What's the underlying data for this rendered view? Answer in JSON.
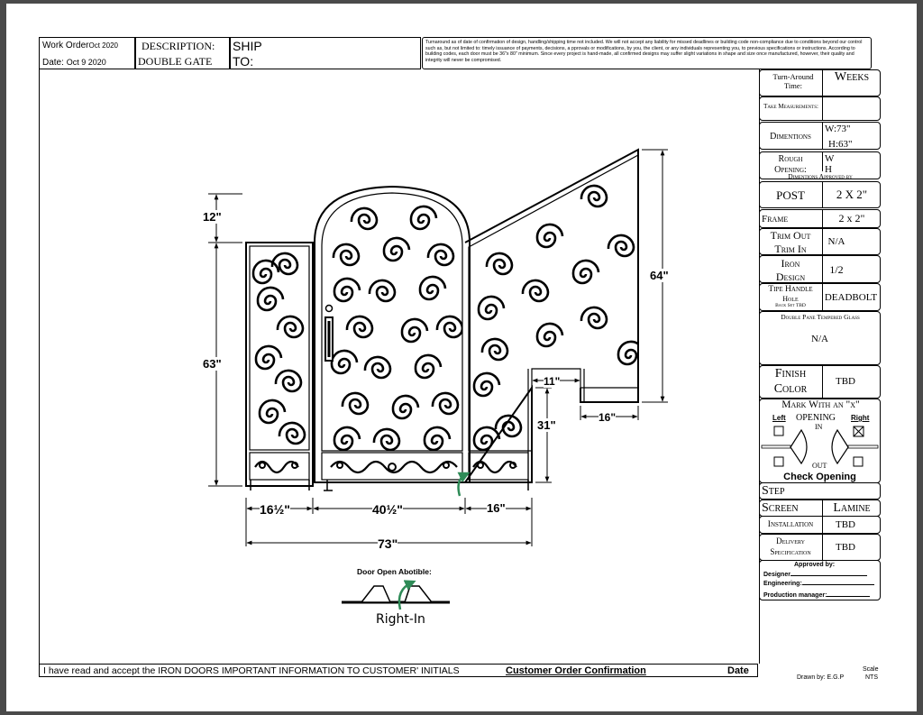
{
  "header": {
    "work_order_label": "Work Order",
    "work_order_value": "Oct 2020",
    "date_label": "Date:",
    "date_value": "Oct 9 2020",
    "description_label": "DESCRIPTION:",
    "description_value": "DOUBLE GATE",
    "ship_label": "SHIP",
    "to_label": "TO:",
    "disclaimer": "Turnaround as of date of confirmation of design, handling/shipping time not included. We will not accept  any liability for missed deadlines or building code non-compliance due to conditions beyond our control  such as, but not limited to: timely issuance of payments, decisions, a pprovals or modifications, by you,  the client, or any individuals representing you, to previous specifications or instructions. According to building codes, each door must be 36\"x 80\" minimum. Since every project is hand-made, all confirmed designs may suffer slight variations in shape and size once manufactured, however, their quality and integrity will never be compromised."
  },
  "specs": {
    "turnaround_label": "Turn-Around Time:",
    "turnaround_value": "Weeks",
    "take_measurements_label": "Take Measurements:",
    "dimentions_label": "Dimentions",
    "dimentions_w": "W:73\"",
    "dimentions_h": "H:63\"",
    "rough_opening_label": "Rough Opening:",
    "rough_w": "W",
    "rough_h": "H",
    "dims_approved_label": "Dimentions Approved by",
    "post_label": "POST",
    "post_value": "2 X 2\"",
    "frame_label": "Frame",
    "frame_value": "2 x 2\"",
    "trim_label_1": "Trim Out",
    "trim_label_2": "Trim In",
    "trim_value": "N/A",
    "iron_design_label_1": "Iron",
    "iron_design_label_2": "Design",
    "iron_design_value": "1/2",
    "handle_label_1": "Tipe Handle",
    "handle_label_2": "Hole",
    "handle_label_3": "Back Set TBD",
    "handle_value": "DEADBOLT",
    "glass_label": "Double Pane Tempered Glass",
    "glass_value": "N/A",
    "finish_label_1": "Finish",
    "finish_label_2": "Color",
    "finish_value": "TBD",
    "mark_label": "Mark With an \"x\"",
    "left_label": "Left",
    "opening_label": "OPENING",
    "in_label": "IN",
    "right_label": "Right",
    "out_label": "OUT",
    "check_opening": "Check Opening",
    "step_label": "Step",
    "screen_label": "Screen",
    "screen_value": "Lamine",
    "installation_label": "Installation",
    "installation_value": "TBD",
    "delivery_label_1": "Delivery",
    "delivery_label_2": "Specification",
    "delivery_value": "TBD",
    "approved_by": "Approved by:",
    "designer": "Designer",
    "engineering": "Engineering:",
    "production_manager": "Production manager:"
  },
  "drawing": {
    "dim_12": "12\"",
    "dim_63": "63\"",
    "dim_64": "64\"",
    "dim_11": "11\"",
    "dim_16_right": "16\"",
    "dim_31": "31\"",
    "dim_16_half": "16½\"",
    "dim_40_half": "40½\"",
    "dim_16_bottom": "16\"",
    "dim_73": "73\"",
    "door_open_label": "Door Open Abotible:",
    "right_in_label": "Right-In"
  },
  "footer": {
    "accept_text": "I have read and accept the  IRON DOORS IMPORTANT INFORMATION TO CUSTOMER' INITIALS",
    "confirmation": "Customer Order Confirmation",
    "date_label": "Date",
    "drawn_by": "Drawn by: E.G.P",
    "scale_label": "Scale",
    "scale_value": "NTS"
  }
}
